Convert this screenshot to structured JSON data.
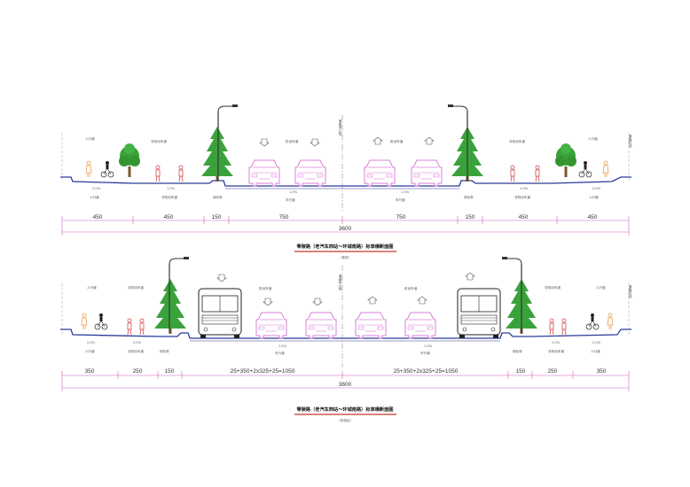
{
  "colors": {
    "car": "#d97fd9",
    "tree": "#3aa23a",
    "ground": "#2a3a9a",
    "dim_line": "#d060c0",
    "person": "#d24b4b",
    "title_underline": "#c0392b"
  },
  "section1": {
    "title": "零陵路（老汽车西站～环城南路）标准横断面图",
    "subtitle": "（现状）",
    "total": "3600",
    "widths": [
      "450",
      "450",
      "150",
      "750",
      "750",
      "150",
      "450",
      "450"
    ],
    "zone_labels": [
      "非机动车道",
      "机动车道",
      "机动车道",
      "非机动车道"
    ],
    "slopes": [
      "2.0%",
      "1.5%",
      "1.5%",
      "1.5%",
      "1.5%",
      "2.0%"
    ],
    "under_labels": [
      "人行道",
      "非机动车道",
      "绿化带",
      "车行道",
      "车行道",
      "绿化带",
      "非机动车道",
      "人行道"
    ],
    "edge_label": "道路红线",
    "center_label": "道路中心线"
  },
  "section2": {
    "title": "零陵路（老汽车西站～环城南路）标准横断面图",
    "subtitle": "（改造后）",
    "total": "3600",
    "widths": [
      "350",
      "250",
      "150",
      "25+350+2x325+25=1050",
      "25+350+2x325+25=1050",
      "150",
      "250",
      "350"
    ],
    "zone_labels": [
      "非机动车道",
      "机动车道",
      "机动车道",
      "非机动车道"
    ],
    "slopes": [
      "2.0%",
      "2.0%",
      "1.5%",
      "1.5%",
      "2.0%",
      "2.0%"
    ],
    "under_labels": [
      "人行道",
      "非机动车道",
      "绿化带",
      "车行道",
      "车行道",
      "绿化带",
      "非机动车道",
      "人行道"
    ],
    "edge_label": "道路红线",
    "center_label": "道路中心线"
  }
}
